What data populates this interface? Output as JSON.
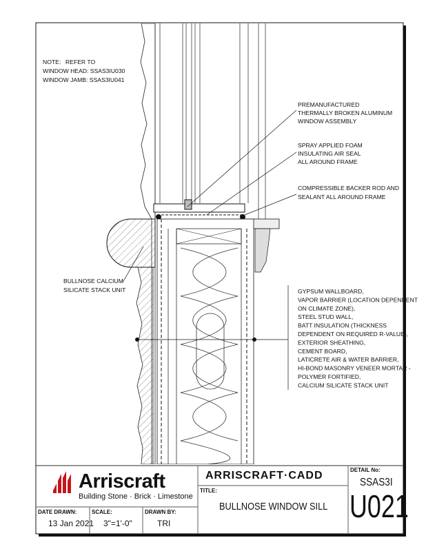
{
  "notes": {
    "heading": "NOTE:",
    "refer": "REFER TO",
    "head": "WINDOW HEAD: SSAS3IU030",
    "jamb": "WINDOW JAMB: SSAS3IU041"
  },
  "callouts": {
    "window_assembly": [
      "PREMANUFACTURED",
      "THERMALLY BROKEN ALUMINUM",
      "WINDOW ASSEMBLY"
    ],
    "foam_seal": [
      "SPRAY APPLIED FOAM",
      "INSULATING AIR SEAL",
      "ALL AROUND FRAME"
    ],
    "backer_rod": [
      "COMPRESSIBLE BACKER ROD AND",
      "SEALANT ALL AROUND FRAME"
    ],
    "bullnose": [
      "BULLNOSE CALCIUM",
      "SILICATE STACK UNIT"
    ],
    "wall_assembly": [
      "GYPSUM WALLBOARD,",
      "VAPOR BARRIER (LOCATION DEPENDENT",
      "ON CLIMATE ZONE),",
      "STEEL STUD WALL,",
      "BATT INSULATION (THICKNESS",
      "DEPENDENT ON REQUIRED R-VALUE),",
      "EXTERIOR SHEATHING,",
      "CEMENT BOARD,",
      "LATICRETE AIR & WATER BARRIER,",
      "HI-BOND MASONRY VENEER MORTAR -",
      "POLYMER FORTIFIED,",
      "CALCIUM SILICATE STACK UNIT"
    ]
  },
  "title_block": {
    "brand": "Arriscraft",
    "tagline": "Building Stone · Brick · Limestone",
    "cadd": "ARRISCRAFT·CADD",
    "title_label": "TITLE:",
    "title": "BULLNOSE WINDOW SILL",
    "detail_label": "DETAIL No:",
    "detail_prefix": "SSAS3I",
    "detail_number": "U021",
    "date_label": "DATE DRAWN:",
    "date": "13 Jan 2021",
    "scale_label": "SCALE:",
    "scale": "3\"=1'-0\"",
    "drawn_by_label": "DRAWN BY:",
    "drawn_by": "TRI"
  },
  "colors": {
    "brand_red": "#c4161c",
    "line": "#111111"
  }
}
